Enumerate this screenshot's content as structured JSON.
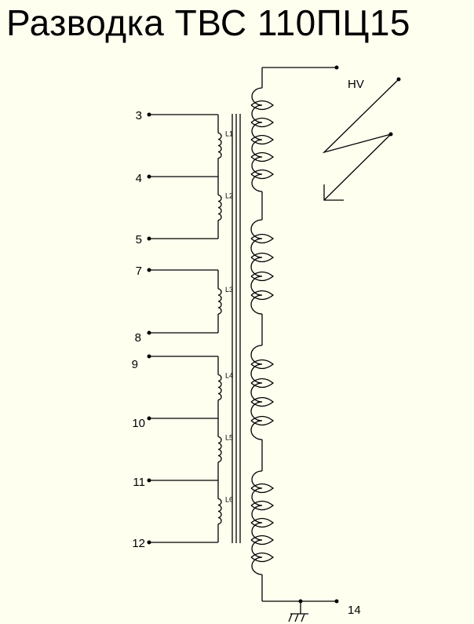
{
  "title": "Разводка ТВС 110ПЦ15",
  "primary_pins": [
    {
      "label": "3"
    },
    {
      "label": "4"
    },
    {
      "label": "5"
    },
    {
      "label": "7"
    },
    {
      "label": "8"
    },
    {
      "label": "9"
    },
    {
      "label": "10"
    },
    {
      "label": "11"
    },
    {
      "label": "12"
    }
  ],
  "coils": [
    {
      "label": "L1"
    },
    {
      "label": "L2"
    },
    {
      "label": "L3"
    },
    {
      "label": "L4"
    },
    {
      "label": "L5"
    },
    {
      "label": "L6"
    }
  ],
  "hv_label": "HV",
  "ground_pin_label": "14"
}
